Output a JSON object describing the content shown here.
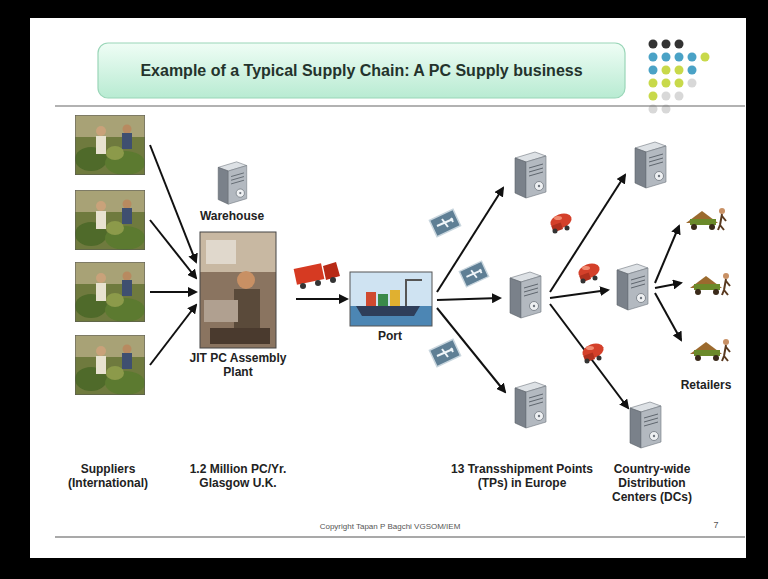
{
  "diagram": {
    "title": "Example of a Typical Supply Chain: A PC Supply business",
    "nodes": [
      {
        "text": [
          "Warehouse"
        ]
      },
      {
        "text": [
          "JIT PC Assembly Plant"
        ]
      },
      {
        "text": [
          "Port"
        ]
      }
    ],
    "edges": [
      {
        "from": 1,
        "to": 2,
        "arrow": "to"
      }
    ],
    "labels": [
      "Suppliers (International)",
      "1.2 Million PC/Yr. Glasgow U.K.",
      "Retailers",
      "13 Transshipment Points (TPs) in Europe",
      "Country-wide Distribution Centers (DCs)",
      "Copyright Tapan P Bagchi VGSOM/IEM",
      "7"
    ]
  }
}
